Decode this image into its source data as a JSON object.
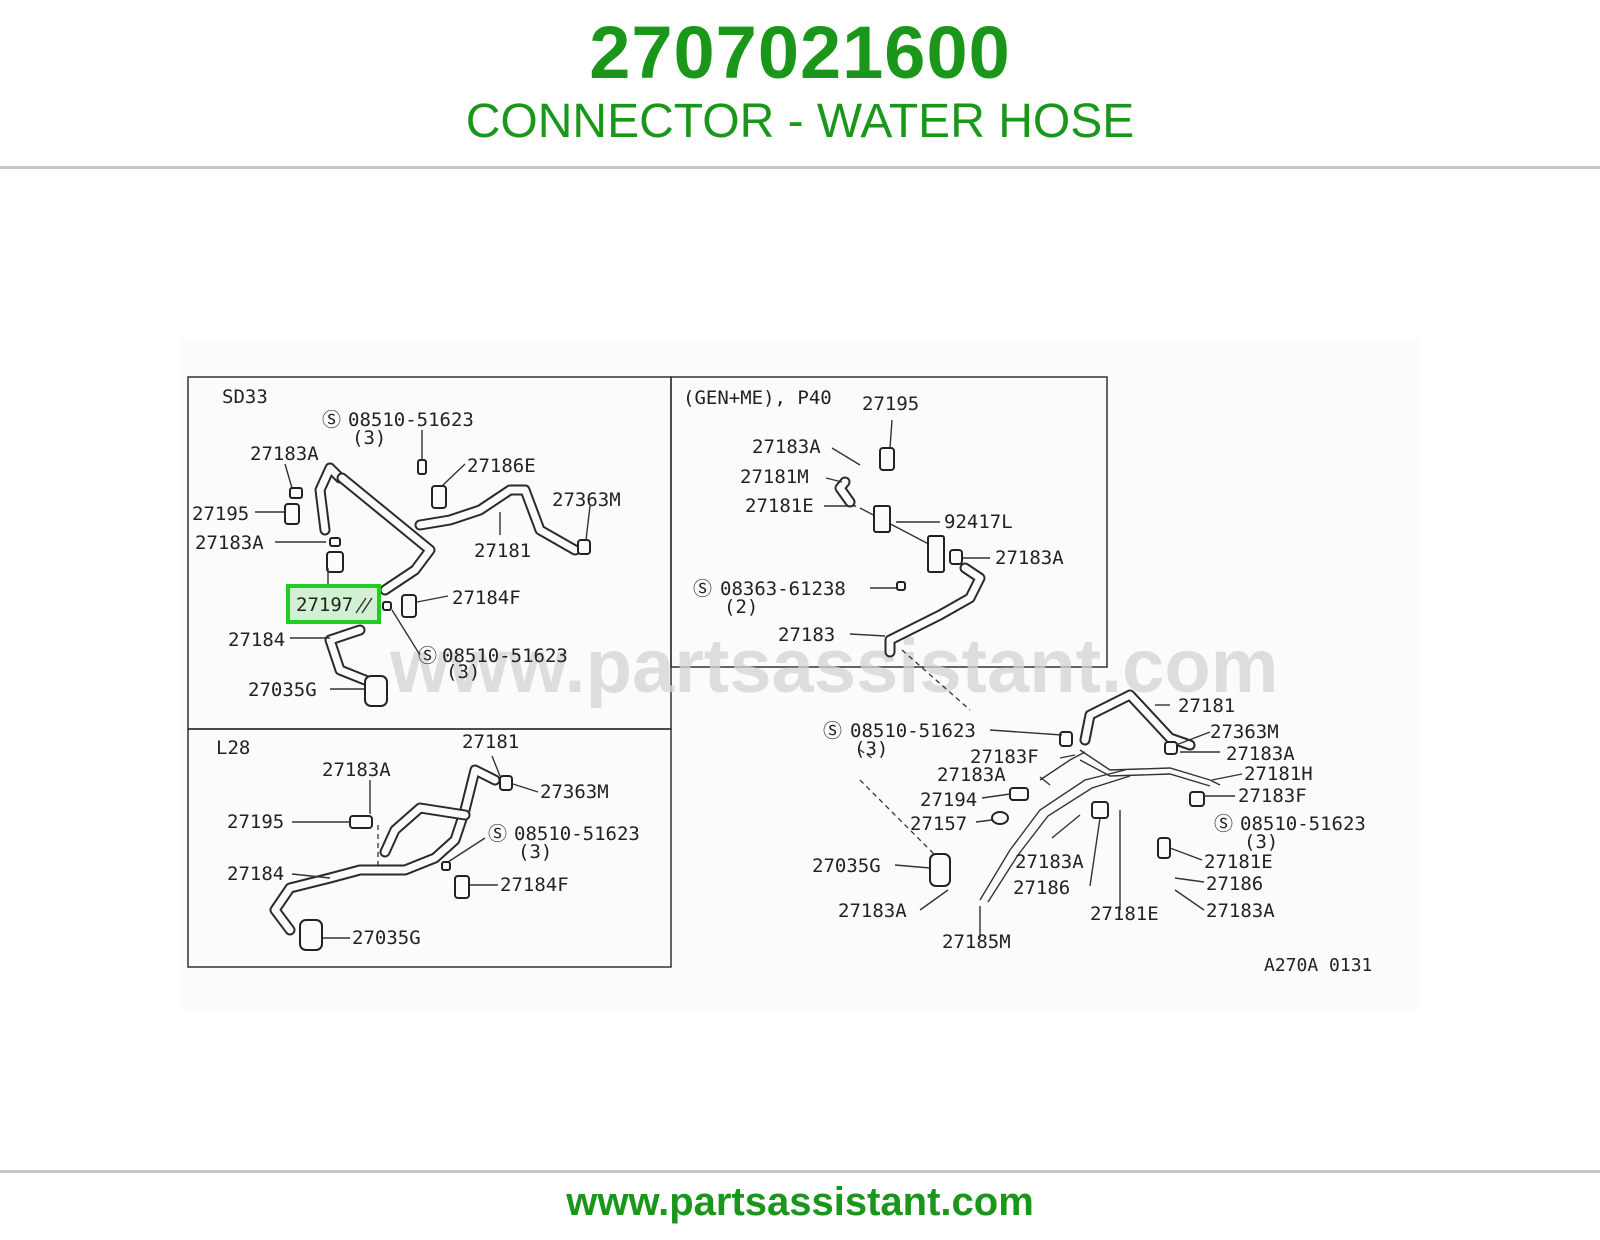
{
  "header": {
    "part_number": "2707021600",
    "part_name": "CONNECTOR - WATER HOSE"
  },
  "footer": {
    "url": "www.partsassistant.com"
  },
  "diagram": {
    "watermark": "www.partsassistant.com",
    "code": "A270A 0131",
    "highlight_color": "#22cc22",
    "sd33": {
      "title": "SD33",
      "bolt_top": "08510-51623",
      "bolt_top_qty": "(3)",
      "bolt_bottom": "08510-51623",
      "bolt_bottom_qty": "(3)",
      "l_27183a_top": "27183A",
      "l_27195": "27195",
      "l_27183a_mid": "27183A",
      "l_27197": "27197",
      "l_27184": "27184",
      "l_27035g": "27035G",
      "l_27186e": "27186E",
      "l_27181": "27181",
      "l_27363m": "27363M",
      "l_27184f": "27184F"
    },
    "l28": {
      "title": "L28",
      "l_27181": "27181",
      "l_27183a": "27183A",
      "l_27363m": "27363M",
      "l_27195": "27195",
      "bolt": "08510-51623",
      "bolt_qty": "(3)",
      "l_27184": "27184",
      "l_27184f": "27184F",
      "l_27035g": "27035G"
    },
    "p40": {
      "title": "(GEN+ME), P40",
      "l_27195": "27195",
      "l_27183a": "27183A",
      "l_27181m": "27181M",
      "l_27181e": "27181E",
      "l_92417l": "92417L",
      "l_27183a_b": "27183A",
      "bolt": "08363-61238",
      "bolt_qty": "(2)",
      "l_27183": "27183"
    },
    "main": {
      "l_27181": "27181",
      "bolt_a": "08510-51623",
      "bolt_a_qty": "(3)",
      "l_27363m": "27363M",
      "l_27183f_a": "27183F",
      "l_27183a_a": "27183A",
      "l_27183a_b": "27183A",
      "l_27181h": "27181H",
      "l_27194": "27194",
      "l_27183f_b": "27183F",
      "l_27157": "27157",
      "bolt_b": "08510-51623",
      "bolt_b_qty": "(3)",
      "l_27183a_c": "27183A",
      "l_27181e_a": "27181E",
      "l_27035g": "27035G",
      "l_27186_a": "27186",
      "l_27186_b": "27186",
      "l_27183a_d": "27183A",
      "l_27181e_b": "27181E",
      "l_27183a_e": "27183A",
      "l_27185m": "27185M"
    }
  }
}
